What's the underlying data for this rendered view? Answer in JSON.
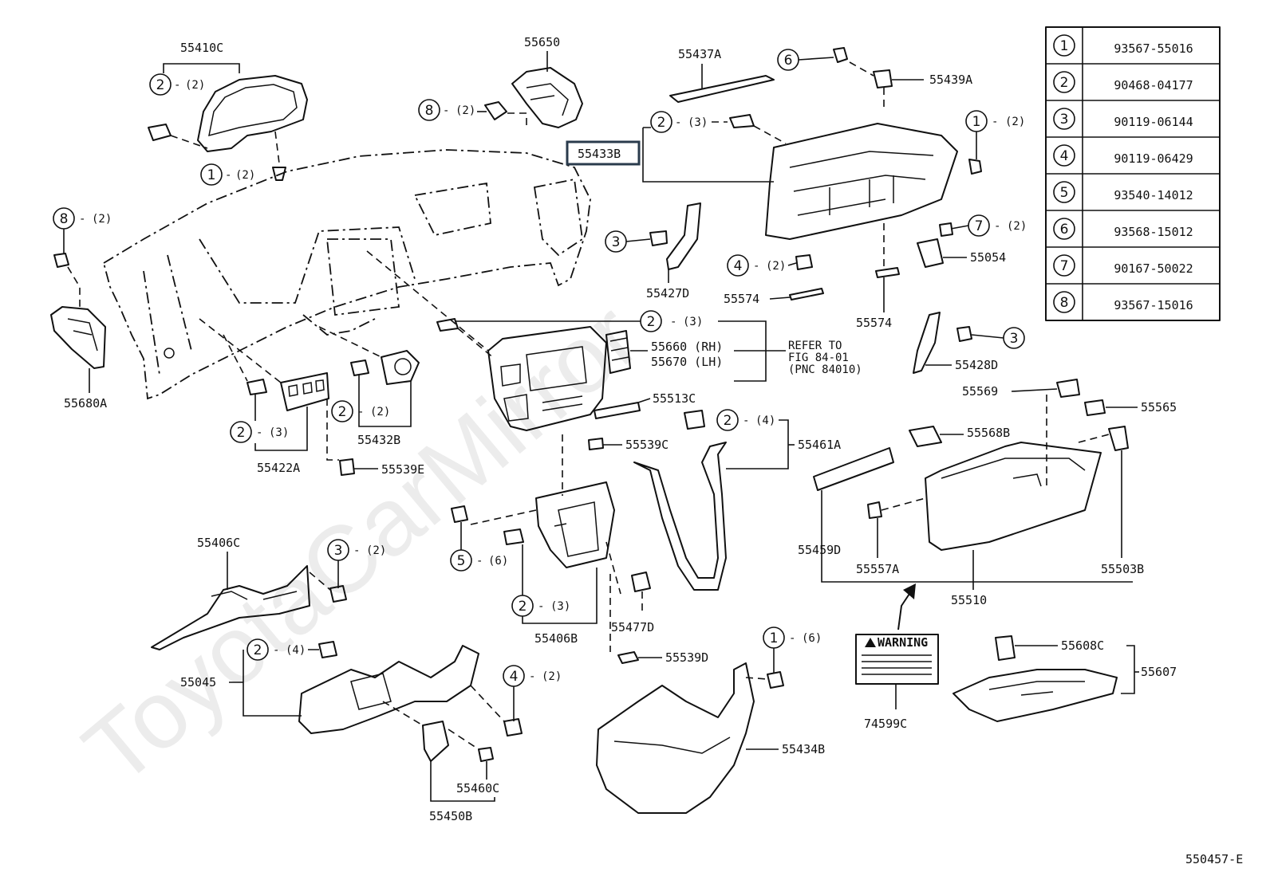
{
  "diagram": {
    "watermark": "ToyotaCarMirror",
    "figure_code": "550457-E",
    "highlight_label": "55433B",
    "legend": [
      {
        "ref": "1",
        "part": "93567-55016"
      },
      {
        "ref": "2",
        "part": "90468-04177"
      },
      {
        "ref": "3",
        "part": "90119-06144"
      },
      {
        "ref": "4",
        "part": "90119-06429"
      },
      {
        "ref": "5",
        "part": "93540-14012"
      },
      {
        "ref": "6",
        "part": "93568-15012"
      },
      {
        "ref": "7",
        "part": "90167-50022"
      },
      {
        "ref": "8",
        "part": "93567-15016"
      }
    ],
    "refer_note": [
      "REFER TO",
      "FIG 84-01",
      "(PNC 84010)"
    ],
    "warning_title": "WARNING",
    "labels": {
      "p55410C": "55410C",
      "p55650": "55650",
      "p55437A": "55437A",
      "p55439A": "55439A",
      "p55427D": "55427D",
      "p55574a": "55574",
      "p55574b": "55574",
      "p55054": "55054",
      "p55428D": "55428D",
      "p55680A": "55680A",
      "p55660": "55660 (RH)",
      "p55670": "55670 (LH)",
      "p55513C": "55513C",
      "p55539C": "55539C",
      "p55461A": "55461A",
      "p55569": "55569",
      "p55565": "55565",
      "p55568B": "55568B",
      "p55432B": "55432B",
      "p55422A": "55422A",
      "p55539E": "55539E",
      "p55459D": "55459D",
      "p55557A": "55557A",
      "p55503B": "55503B",
      "p55510": "55510",
      "p55406C": "55406C",
      "p55406B": "55406B",
      "p55477D": "55477D",
      "p55539D": "55539D",
      "p55045": "55045",
      "p55460C": "55460C",
      "p55450B": "55450B",
      "p55434B": "55434B",
      "p74599C": "74599C",
      "p55608C": "55608C",
      "p55607": "55607"
    },
    "callouts": {
      "c1": {
        "ref": "2",
        "qty": "(2)"
      },
      "c2": {
        "ref": "1",
        "qty": "(2)"
      },
      "c3": {
        "ref": "8",
        "qty": "(2)"
      },
      "c4": {
        "ref": "6",
        "qty": ""
      },
      "c5": {
        "ref": "2",
        "qty": "(3)"
      },
      "c6": {
        "ref": "1",
        "qty": "(2)"
      },
      "c7": {
        "ref": "3",
        "qty": ""
      },
      "c8": {
        "ref": "7",
        "qty": "(2)"
      },
      "c9": {
        "ref": "4",
        "qty": "(2)"
      },
      "c10": {
        "ref": "8",
        "qty": "(2)"
      },
      "c11": {
        "ref": "2",
        "qty": "(3)"
      },
      "c12": {
        "ref": "3",
        "qty": ""
      },
      "c13": {
        "ref": "2",
        "qty": "(4)"
      },
      "c14": {
        "ref": "2",
        "qty": "(2)"
      },
      "c15": {
        "ref": "2",
        "qty": "(3)"
      },
      "c16": {
        "ref": "5",
        "qty": "(6)"
      },
      "c17": {
        "ref": "3",
        "qty": "(2)"
      },
      "c18": {
        "ref": "2",
        "qty": "(3)"
      },
      "c19": {
        "ref": "2",
        "qty": "(4)"
      },
      "c20": {
        "ref": "4",
        "qty": "(2)"
      },
      "c21": {
        "ref": "1",
        "qty": "(6)"
      }
    }
  }
}
